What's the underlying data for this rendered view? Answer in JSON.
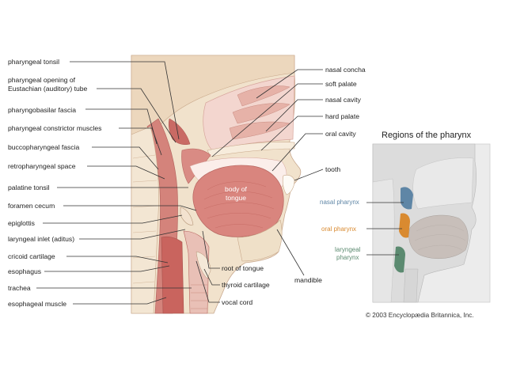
{
  "colors": {
    "tissue_pink": "#e8b4ae",
    "tissue_red": "#d4837b",
    "muscle_deep": "#c45a56",
    "bone_cream": "#f1e2cc",
    "inset_grey": "#e4e4e4",
    "nasal_blue": "#6a8aa8",
    "oral_orange": "#d98a30",
    "laryngeal_green": "#5b8a70"
  },
  "left_labels": [
    {
      "id": "pharyngeal-tonsil",
      "text": "pharyngeal tonsil"
    },
    {
      "id": "eustachian-opening-1",
      "text": "pharyngeal opening of"
    },
    {
      "id": "eustachian-opening-2",
      "text": "Eustachian (auditory) tube"
    },
    {
      "id": "pharyngobasilar-fascia",
      "text": "pharyngobasilar fascia"
    },
    {
      "id": "pharyngeal-constrictor",
      "text": "pharyngeal constrictor muscles"
    },
    {
      "id": "buccopharyngeal-fascia",
      "text": "buccopharyngeal fascia"
    },
    {
      "id": "retropharyngeal-space",
      "text": "retropharyngeal space"
    },
    {
      "id": "palatine-tonsil",
      "text": "palatine tonsil"
    },
    {
      "id": "foramen-cecum",
      "text": "foramen cecum"
    },
    {
      "id": "epiglottis",
      "text": "epiglottis"
    },
    {
      "id": "laryngeal-inlet",
      "text": "laryngeal inlet (aditus)"
    },
    {
      "id": "cricoid-cartilage",
      "text": "cricoid cartilage"
    },
    {
      "id": "esophagus",
      "text": "esophagus"
    },
    {
      "id": "trachea",
      "text": "trachea"
    },
    {
      "id": "esophageal-muscle",
      "text": "esophageal muscle"
    }
  ],
  "right_labels": [
    {
      "id": "nasal-concha",
      "text": "nasal concha"
    },
    {
      "id": "soft-palate",
      "text": "soft palate"
    },
    {
      "id": "nasal-cavity",
      "text": "nasal cavity"
    },
    {
      "id": "hard-palate",
      "text": "hard palate"
    },
    {
      "id": "oral-cavity",
      "text": "oral cavity"
    },
    {
      "id": "tooth",
      "text": "tooth"
    },
    {
      "id": "mandible",
      "text": "mandible"
    },
    {
      "id": "root-of-tongue",
      "text": "root of tongue"
    },
    {
      "id": "thyroid-cartilage",
      "text": "thyroid cartilage"
    },
    {
      "id": "vocal-cord",
      "text": "vocal cord"
    }
  ],
  "tongue_label": [
    "body of",
    "tongue"
  ],
  "inset": {
    "title": "Regions of the pharynx",
    "regions": [
      {
        "id": "nasal-pharynx",
        "lines": [
          "nasal pharynx"
        ],
        "color": "#5f86a6"
      },
      {
        "id": "oral-pharynx",
        "lines": [
          "oral pharynx"
        ],
        "color": "#d98a30"
      },
      {
        "id": "laryngeal-pharynx",
        "lines": [
          "laryngeal",
          "pharynx"
        ],
        "color": "#5b8a70"
      }
    ]
  },
  "credit": "© 2003 Encyclopædia Britannica, Inc."
}
